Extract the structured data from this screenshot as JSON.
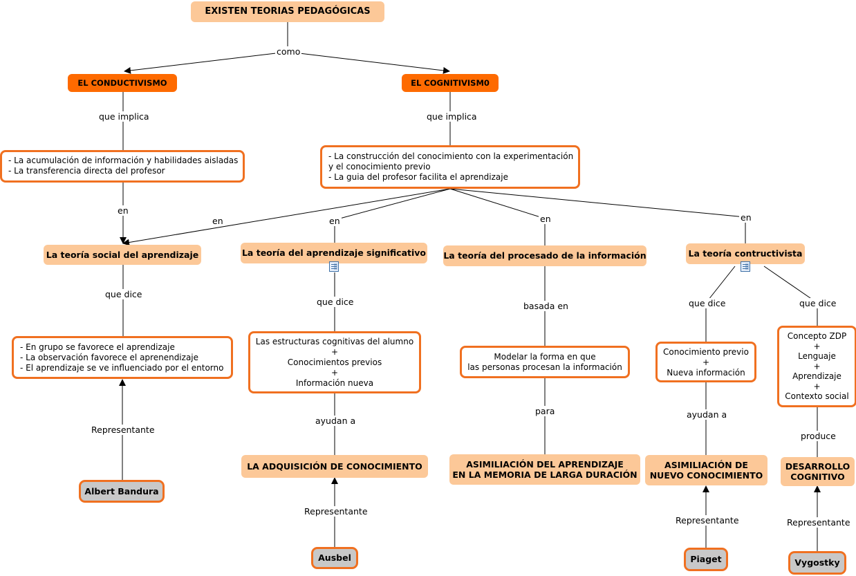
{
  "root": {
    "label": "EXISTEN TEORIAS PEDAGÓGICAS"
  },
  "conductivismo": {
    "label": "EL CONDUCTIVISMO"
  },
  "cognitivismo": {
    "label": "EL COGNITIVISM0"
  },
  "conductivismo_implica": {
    "lines": [
      "- La acumulación de información y habilidades aisladas",
      "- La transferencia directa del profesor"
    ]
  },
  "cognitivismo_implica": {
    "lines": [
      "- La construcción del conocimiento con la experimentación",
      "y el conocimiento previo",
      "- La guia del profesor facilita el aprendizaje"
    ]
  },
  "teoria_social": {
    "label": "La teoría social del aprendizaje"
  },
  "teoria_significativo": {
    "label": "La teoría del aprendizaje significativo"
  },
  "teoria_procesado": {
    "label": "La teoría del procesado de la información"
  },
  "teoria_constructivista": {
    "label": "La teoría contructivista"
  },
  "social_dice": {
    "lines": [
      "- En grupo se favorece el aprendizaje",
      "- La observación favorece el aprenendizaje",
      "- El aprendizaje se ve influenciado por el entorno"
    ]
  },
  "significativo_dice": {
    "lines": [
      "Las estructuras cognitivas del alumno",
      "+",
      "Conocimientos previos",
      "+",
      "Información nueva"
    ]
  },
  "procesado_basada": {
    "lines": [
      "Modelar la forma en que",
      "las personas procesan la información"
    ]
  },
  "constructivista_dice1": {
    "lines": [
      "Conocimiento previo",
      "+",
      "Nueva información"
    ]
  },
  "constructivista_dice2": {
    "lines": [
      "Concepto ZDP",
      "+",
      "Lenguaje",
      "+",
      "Aprendizaje",
      "+",
      "Contexto social"
    ]
  },
  "adquisicion": {
    "label": "LA ADQUISICIÓN DE CONOCIMIENTO"
  },
  "asimilacion_memoria": {
    "lines": [
      "ASIMILIACIÓN DEL APRENDIZAJE",
      "EN LA MEMORIA DE LARGA DURACIÓN"
    ]
  },
  "asimilacion_nuevo": {
    "lines": [
      "ASIMILIACIÓN DE",
      "NUEVO CONOCIMIENTO"
    ]
  },
  "desarrollo": {
    "lines": [
      "DESARROLLO",
      "COGNITIVO"
    ]
  },
  "people": {
    "bandura": "Albert Bandura",
    "ausbel": "Ausbel",
    "piaget": "Piaget",
    "vygostky": "Vygostky"
  },
  "links": {
    "como": "como",
    "que_implica_1": "que implica",
    "que_implica_2": "que implica",
    "en_1": "en",
    "en_2": "en",
    "en_3": "en",
    "en_4": "en",
    "en_5": "en",
    "que_dice_1": "que dice",
    "que_dice_2": "que dice",
    "basada_en": "basada en",
    "que_dice_3": "que dice",
    "que_dice_4": "que dice",
    "ayudan_a_1": "ayudan a",
    "para": "para",
    "ayudan_a_2": "ayudan a",
    "produce": "produce",
    "representante_1": "Representante",
    "representante_2": "Representante",
    "representante_3": "Representante",
    "representante_4": "Representante"
  },
  "colors": {
    "accent_orange": "#fe6a00",
    "peach": "#fcc898",
    "border": "#f07020",
    "person_gray": "#c8c8c8"
  }
}
